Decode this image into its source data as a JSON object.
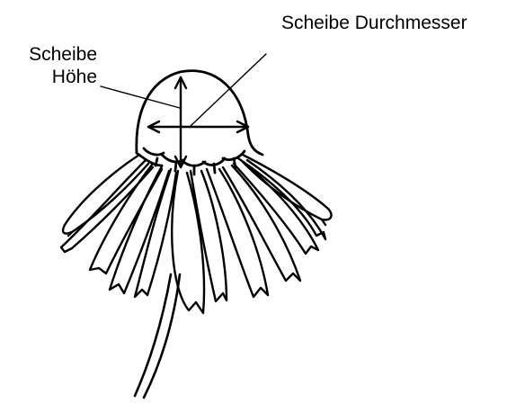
{
  "labels": {
    "diameter": "Scheibe Durchmesser",
    "height_line1": "Scheibe",
    "height_line2": "Höhe"
  },
  "colors": {
    "ink": "#000000",
    "background": "#ffffff"
  }
}
